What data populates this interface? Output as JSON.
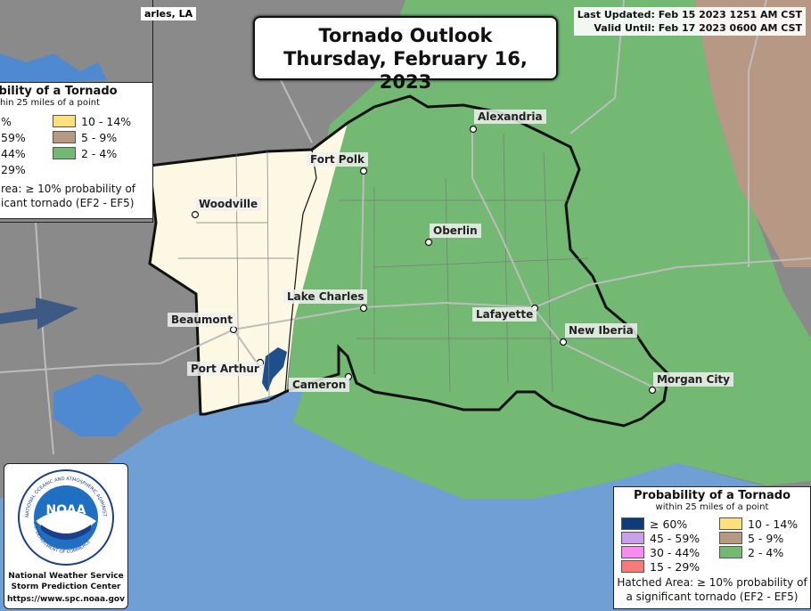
{
  "header": {
    "title_line1": "Tornado Outlook",
    "title_line2": "Thursday, February 16, 2023",
    "last_updated": "Last Updated: Feb 15 2023 1251 AM CST",
    "valid_until": "Valid Until: Feb 17 2023 0600 AM CST"
  },
  "inset_city_label": "arles, LA",
  "cities": [
    {
      "name": "Alexandria"
    },
    {
      "name": "Fort Polk"
    },
    {
      "name": "Woodville"
    },
    {
      "name": "Oberlin"
    },
    {
      "name": "Lake Charles"
    },
    {
      "name": "Beaumont"
    },
    {
      "name": "Lafayette"
    },
    {
      "name": "New Iberia"
    },
    {
      "name": "Port Arthur"
    },
    {
      "name": "Cameron"
    },
    {
      "name": "Morgan City"
    }
  ],
  "legend": {
    "title": "Probability of a Tornado",
    "subtitle": "within 25 miles of a point",
    "left_items": [
      {
        "label": "≥ 60%",
        "color": "#0c3d7a"
      },
      {
        "label": "45 - 59%",
        "color": "#c9a0e8"
      },
      {
        "label": "30 - 44%",
        "color": "#f98bf2"
      },
      {
        "label": "15 - 29%",
        "color": "#f87a7a"
      }
    ],
    "right_items": [
      {
        "label": "10 - 14%",
        "color": "#fde07e"
      },
      {
        "label": "5 - 9%",
        "color": "#b79884"
      },
      {
        "label": "2 - 4%",
        "color": "#73b873"
      }
    ],
    "hatched_line1": "Hatched Area: ≥ 10% probability of",
    "hatched_line2": "a significant tornado (EF2 - EF5)"
  },
  "inset_legend": {
    "title": "bability of a Tornado",
    "subtitle": "hin 25 miles of a point",
    "left_items": [
      "%",
      "59%",
      "44%",
      "29%"
    ],
    "right_items": [
      {
        "label": "10 - 14%",
        "color": "#fde07e"
      },
      {
        "label": "5 - 9%",
        "color": "#b79884"
      },
      {
        "label": "2 - 4%",
        "color": "#73b873"
      }
    ],
    "hatched_line1": "rea: ≥ 10% probability of",
    "hatched_line2": "icant tornado (EF2 - EF5)"
  },
  "noaa": {
    "logo_text": "NOAA",
    "ring_text": "NATIONAL OCEANIC AND ATMOSPHERIC ADMINISTRATION",
    "ring_text_bottom": "U.S. DEPARTMENT OF COMMERCE",
    "org_line1": "National Weather Service",
    "org_line2": "Storm Prediction Center",
    "url": "https://www.spc.noaa.gov"
  },
  "colors": {
    "water": "#6f9fd4",
    "land_outside": "#8a8a8a",
    "risk_2_4": "#73b873",
    "risk_5_9": "#b79884",
    "marginal_fill": "#fdf8e4"
  }
}
